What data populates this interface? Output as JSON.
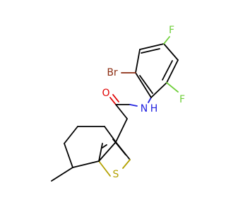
{
  "molecule": {
    "atoms": {
      "O": "O",
      "N": "N",
      "H": "H",
      "S": "S",
      "Br": "Br",
      "F1": "F",
      "F2": "F"
    },
    "colors": {
      "carbon": "#000000",
      "oxygen": "#e00000",
      "nitrogen": "#2222e0",
      "sulfur": "#b3a100",
      "fluorine": "#6fcf3a",
      "bromine": "#8c2d12"
    }
  }
}
